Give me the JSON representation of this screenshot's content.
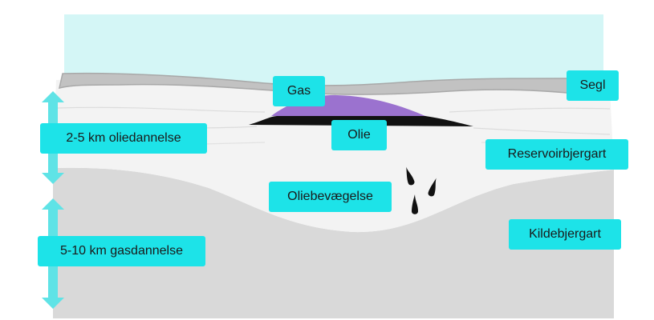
{
  "colors": {
    "sky": "#d4f6f6",
    "seal": "#c2c2c2",
    "reservoir": "#f3f3f3",
    "source_rock": "#d9d9d9",
    "gas": "#9b72cf",
    "oil": "#111111",
    "label_bg": "#1de3e8",
    "arrow": "#5fe3e6"
  },
  "labels": {
    "gas": "Gas",
    "oil": "Olie",
    "seal": "Segl",
    "reservoir_rock": "Reservoirbjergart",
    "oil_migration": "Oliebevægelse",
    "source_rock": "Kildebjergart",
    "oil_window": "2-5 km oliedannelse",
    "gas_window": "5-10 km gasdannelse"
  },
  "icons": {
    "oil_drops": "oil-drop-icon",
    "depth_arrows": "double-arrow-icon"
  }
}
